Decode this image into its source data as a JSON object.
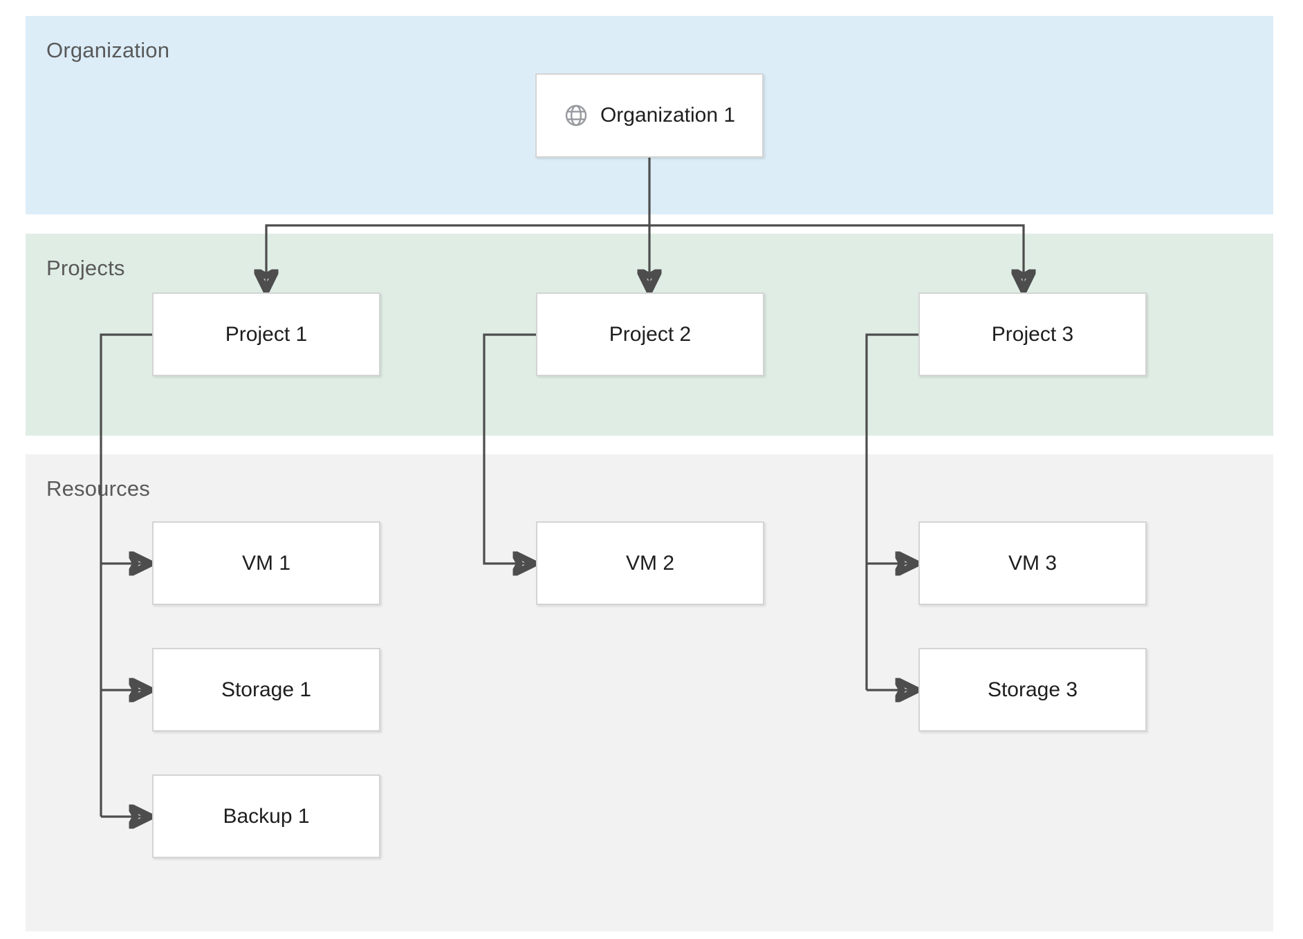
{
  "diagram": {
    "bands": [
      {
        "label": "Organization",
        "fill": "#dcedf8"
      },
      {
        "label": "Projects",
        "fill": "#dfede4"
      },
      {
        "label": "Resources",
        "fill": "#f2f2f2"
      }
    ],
    "nodes": {
      "organization": {
        "label": "Organization 1",
        "icon": "globe-icon"
      },
      "projects": [
        {
          "label": "Project 1"
        },
        {
          "label": "Project 2"
        },
        {
          "label": "Project 3"
        }
      ],
      "resources": [
        {
          "label": "VM 1"
        },
        {
          "label": "Storage 1"
        },
        {
          "label": "Backup 1"
        },
        {
          "label": "VM 2"
        },
        {
          "label": "VM 3"
        },
        {
          "label": "Storage 3"
        }
      ]
    },
    "edges": [
      {
        "from": "Organization 1",
        "to": "Project 1"
      },
      {
        "from": "Organization 1",
        "to": "Project 2"
      },
      {
        "from": "Organization 1",
        "to": "Project 3"
      },
      {
        "from": "Project 1",
        "to": "VM 1"
      },
      {
        "from": "Project 1",
        "to": "Storage 1"
      },
      {
        "from": "Project 1",
        "to": "Backup 1"
      },
      {
        "from": "Project 2",
        "to": "VM 2"
      },
      {
        "from": "Project 3",
        "to": "VM 3"
      },
      {
        "from": "Project 3",
        "to": "Storage 3"
      }
    ],
    "colors": {
      "connector": "#4d4d4d",
      "node_fill": "#ffffff",
      "node_border": "#d4d4d4",
      "node_text": "#1e1e1e",
      "band_label_text": "#595959",
      "organization_band_fill": "#dcedf8",
      "projects_band_fill": "#dfede4",
      "resources_band_fill": "#f2f2f2",
      "globe_icon": "#97999e",
      "background": "#ffffff"
    }
  }
}
